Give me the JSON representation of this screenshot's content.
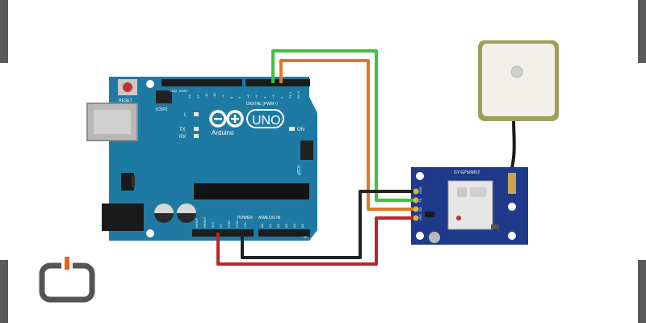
{
  "arduino": {
    "reset_label": "RESET",
    "icsp2_label": "ICSP2",
    "aref_label": "AREF",
    "gnd_label": "GND",
    "digital_label": "DIGITAL (PWM~)",
    "led_l": "L",
    "led_tx": "TX",
    "led_rx": "RX",
    "brand": "Arduino",
    "model": "UNO",
    "on_label": "ON",
    "icsp_label": "ICSP",
    "power_label": "POWER",
    "analog_label": "ANALOG IN",
    "power_pins": [
      "IOREF",
      "RESET",
      "3V3",
      "5V",
      "GND",
      "GND",
      "VIN"
    ],
    "analog_pins": [
      "A0",
      "A1",
      "A2",
      "A3",
      "A4",
      "A5"
    ],
    "digital_pins": [
      "13",
      "12",
      "~11",
      "~10",
      "~9",
      "8",
      "7",
      "~6",
      "~5",
      "4",
      "~3",
      "2",
      "TX 1",
      "RX 0"
    ]
  },
  "gps_module": {
    "name": "GY-GPS6MV2",
    "pins": [
      "GND",
      "TX",
      "RX",
      "VCC"
    ]
  },
  "colors": {
    "board": "#1e7aa3",
    "module": "#1f3a8a",
    "wire_green": "#3cc43c",
    "wire_orange": "#e07826",
    "wire_black": "#222222",
    "wire_red": "#c0222a",
    "logo_accent": "#e8611a",
    "logo_gray": "#555555"
  },
  "icons": {
    "corner_logo": "square-power-logo-icon",
    "antenna": "gps-patch-antenna-icon"
  }
}
